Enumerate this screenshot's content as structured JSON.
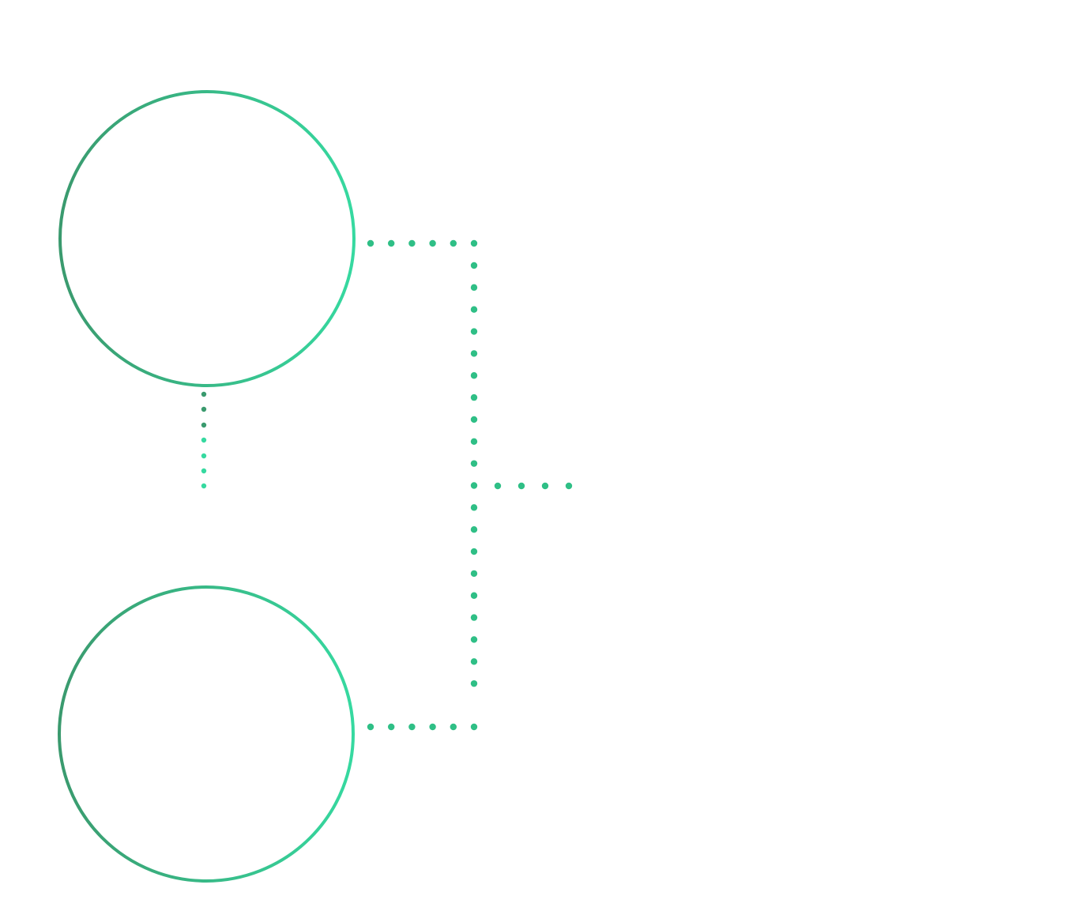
{
  "diagram": {
    "colors": {
      "background": "#ffffff",
      "gradient_start": "#3a9a6e",
      "gradient_end": "#36d9a0"
    },
    "nodes": [
      {
        "id": "top-circle",
        "label": ""
      },
      {
        "id": "bottom-circle",
        "label": ""
      }
    ],
    "connectors": [
      {
        "id": "top-circle-to-trunk",
        "style": "dotted"
      },
      {
        "id": "bottom-circle-to-trunk",
        "style": "dotted"
      },
      {
        "id": "trunk-vertical",
        "style": "dotted"
      },
      {
        "id": "trunk-to-right",
        "style": "dotted"
      },
      {
        "id": "top-circle-down-stub",
        "style": "dotted"
      }
    ]
  }
}
